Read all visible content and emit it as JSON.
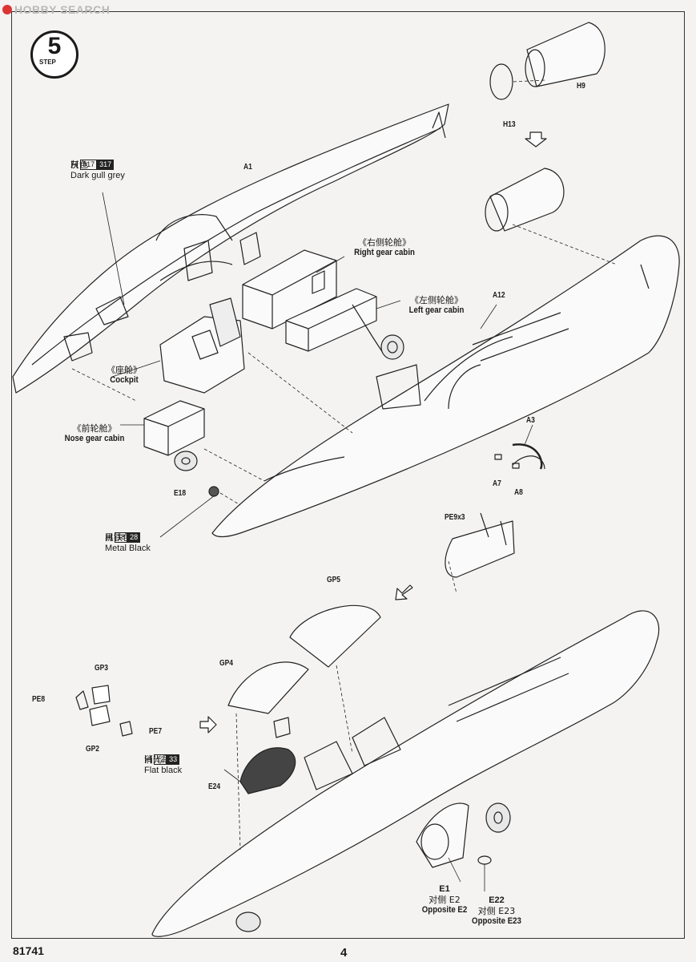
{
  "watermark": "HOBBY SEARCH",
  "step": {
    "number": "5",
    "word": "STEP"
  },
  "page_number": "4",
  "kit_number": "81741",
  "parts": {
    "a1": "A1",
    "a3": "A3",
    "a7": "A7",
    "a8": "A8",
    "a12": "A12",
    "h9": "H9",
    "h13": "H13",
    "e18": "E18",
    "e24": "E24",
    "pe9x3": "PE9x3",
    "gp5": "GP5",
    "gp4": "GP4",
    "gp3": "GP3",
    "gp2": "GP2",
    "pe8": "PE8",
    "pe7": "PE7",
    "e1": "E1",
    "e22": "E22"
  },
  "callouts": {
    "right_gear_zh": "《右侧轮舱》",
    "right_gear_en": "Right gear cabin",
    "left_gear_zh": "《左侧轮舱》",
    "left_gear_en": "Left gear cabin",
    "cockpit_zh": "《座舱》",
    "cockpit_en": "Cockpit",
    "nose_gear_zh": "《前轮舱》",
    "nose_gear_en": "Nose gear cabin",
    "opposite_e2_zh": "对侧  E2",
    "opposite_e2_en": "Opposite E2",
    "opposite_e23_zh": "对侧 E23",
    "opposite_e23_en": "Opposite E23"
  },
  "paints": {
    "grey": {
      "h": "H",
      "c1": "317",
      "c2": "317",
      "zh": "灰色",
      "en": "Dark gull grey"
    },
    "metal": {
      "h": "H",
      "c1": "18",
      "c2": "28",
      "zh": "黑铁色",
      "en": "Metal  Black"
    },
    "flat": {
      "h": "H",
      "c1": "12",
      "c2": "33",
      "zh": "消光黑",
      "en": "Flat black"
    }
  },
  "icons": [
    "arrow-down-icon",
    "arrow-down-left-icon",
    "arrow-right-icon"
  ]
}
